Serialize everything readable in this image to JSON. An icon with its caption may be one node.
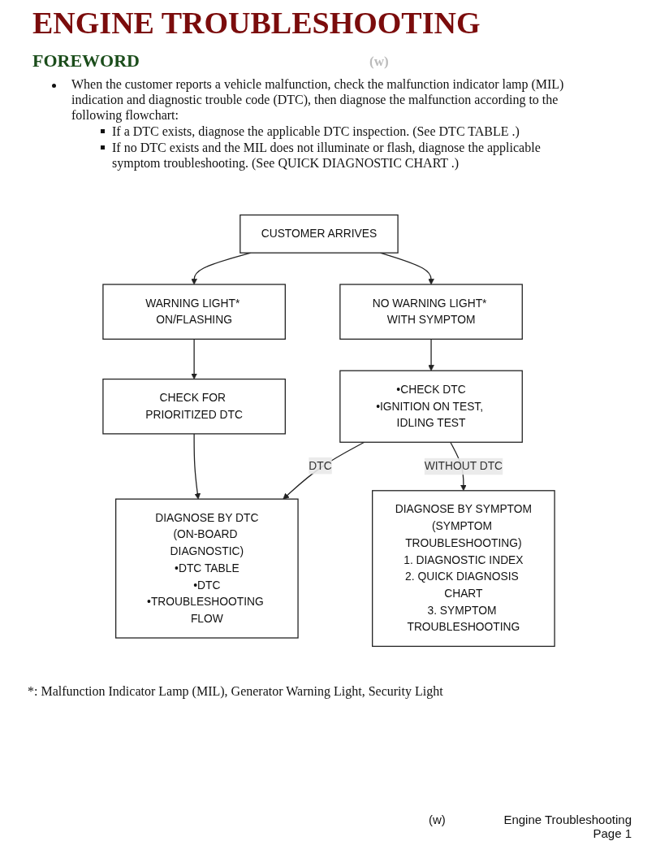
{
  "diagram": {
    "title": "ENGINE TROUBLESHOOTING",
    "nodes": [
      {
        "text": [
          "CUSTOMER ARRIVES"
        ]
      },
      {
        "text": [
          "WARNING LIGHT* ON/FLASHING"
        ]
      },
      {
        "text": [
          "NO WARNING LIGHT* WITH SYMPTOM"
        ]
      },
      {
        "text": [
          "CHECK FOR PRIORITIZED DTC"
        ]
      },
      {
        "text": [
          "•CHECK DTC",
          "•IGNITION ON TEST, IDLING TEST"
        ]
      },
      {
        "text": [
          "DIAGNOSE BY DTC",
          "(ON-BOARD DIAGNOSTIC)",
          "•DTC TABLE",
          "•DTC",
          "•TROUBLESHOOTING FLOW"
        ]
      },
      {
        "text": [
          "DIAGNOSE BY SYMPTOM",
          "(SYMPTOM TROUBLESHOOTING)",
          "1. DIAGNOSTIC INDEX",
          "2. QUICK DIAGNOSIS CHART",
          "3. SYMPTOM TROUBLESHOOTING"
        ]
      }
    ],
    "edges": [
      {
        "from": 0,
        "to": 1,
        "arrow": "to"
      },
      {
        "from": 0,
        "to": 2,
        "arrow": "to"
      },
      {
        "from": 1,
        "to": 3,
        "arrow": "to"
      },
      {
        "from": 2,
        "to": 4,
        "arrow": "to"
      },
      {
        "from": 3,
        "to": 5,
        "arrow": "to"
      },
      {
        "from": 4,
        "to": 5,
        "arrow": "to",
        "label": "DTC"
      },
      {
        "from": 4,
        "to": 6,
        "arrow": "to",
        "label": "WITHOUT DTC"
      }
    ],
    "labels": [
      "FOREWORD",
      "(w)",
      "When the customer reports a vehicle malfunction, check the malfunction indicator lamp (MIL) indication and diagnostic trouble code (DTC), then diagnose the malfunction according to the following flowchart:",
      "If a DTC exists, diagnose the applicable DTC inspection. (See DTC TABLE .)",
      "If no DTC exists and the MIL does not illuminate or flash, diagnose the applicable symptom troubleshooting. (See QUICK DIAGNOSTIC CHART .)",
      "*: Malfunction Indicator Lamp (MIL), Generator Warning Light, Security Light",
      "(w)",
      "Engine Troubleshooting",
      "Page 1"
    ]
  }
}
